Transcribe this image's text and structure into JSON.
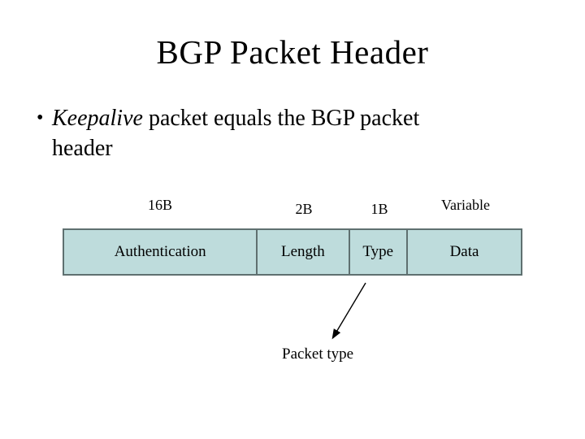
{
  "slide": {
    "title": "BGP Packet Header",
    "bullet": {
      "marker": "•",
      "italic_text": "Keepalive",
      "line1_rest": " packet equals the BGP packet",
      "line2": "header"
    },
    "packet_diagram": {
      "fields": [
        {
          "name": "Authentication",
          "size": "16B"
        },
        {
          "name": "Length",
          "size": "2B"
        },
        {
          "name": "Type",
          "size": "1B"
        },
        {
          "name": "Data",
          "size": "Variable"
        }
      ],
      "annotation": {
        "text": "Packet type",
        "points_to": "Type"
      },
      "colors": {
        "cell_fill": "#bedcdc",
        "cell_border": "#5f7070",
        "arrow": "#000000"
      }
    }
  }
}
